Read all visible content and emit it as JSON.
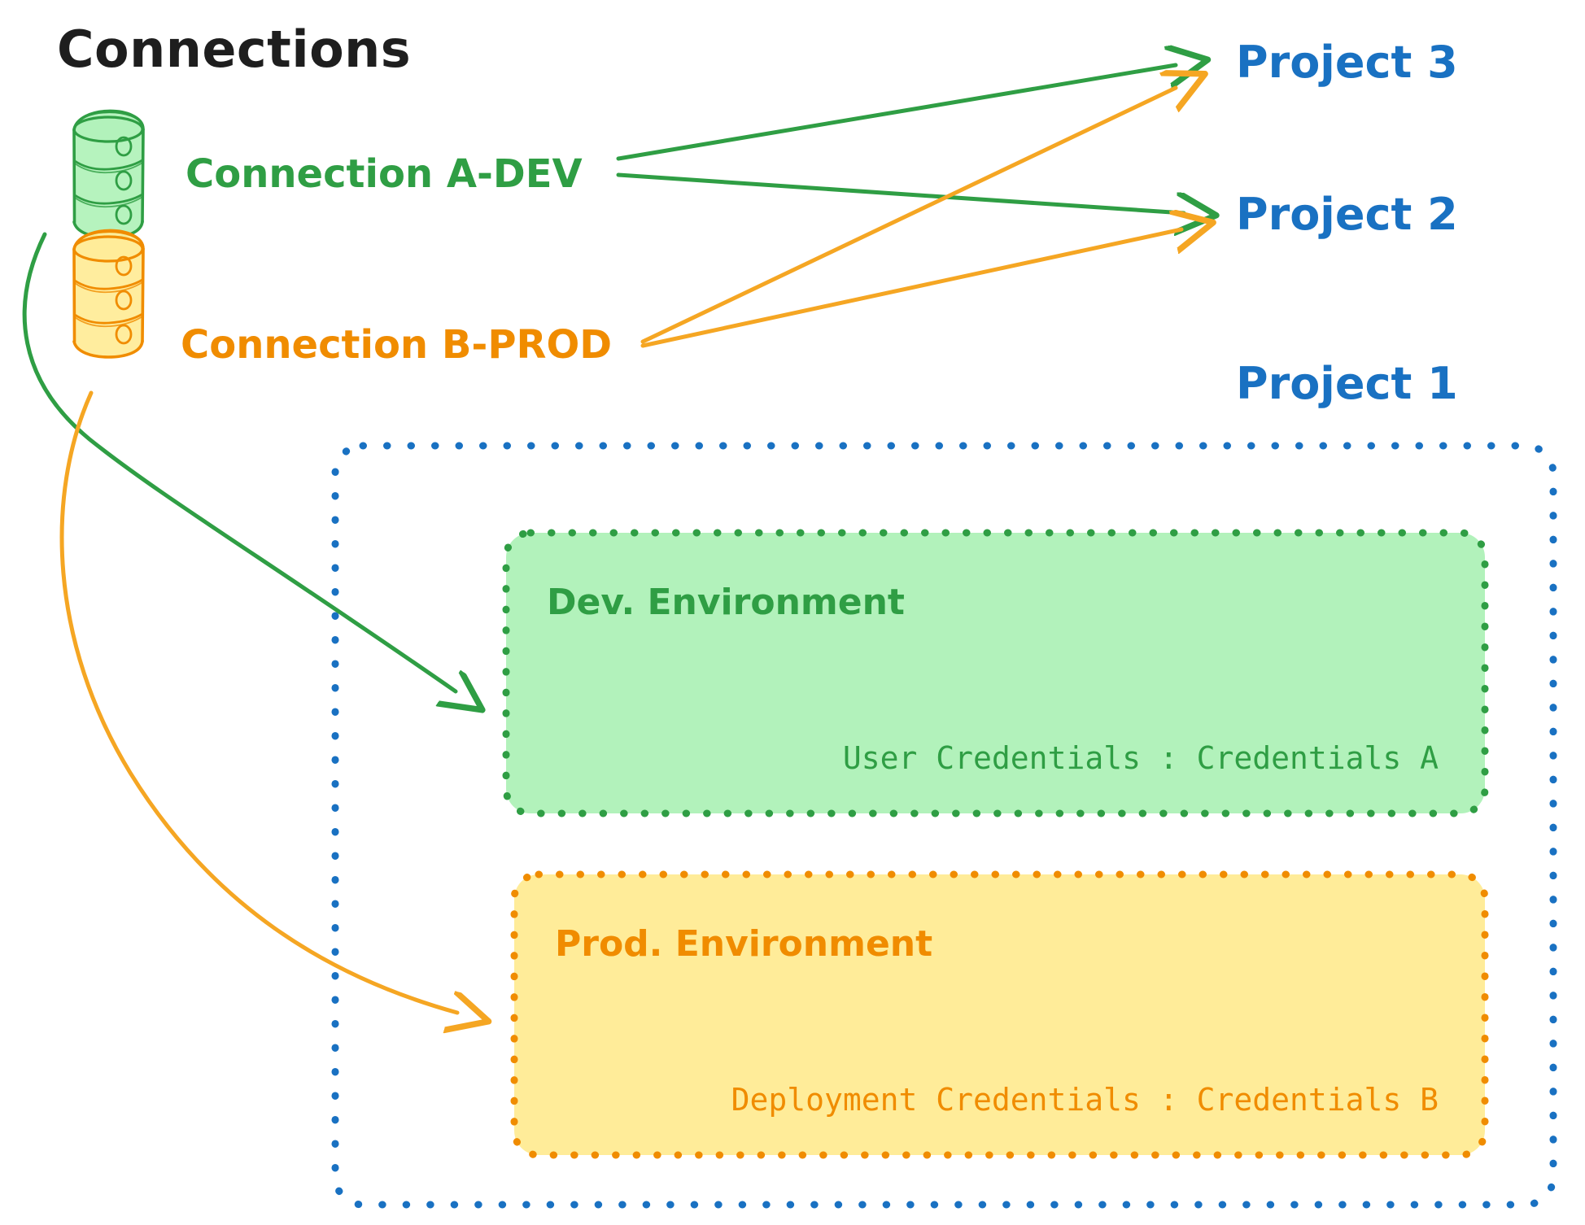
{
  "title": "Connections",
  "colors": {
    "title_text": "#1e1e1e",
    "green_stroke": "#2f9e44",
    "green_fill": "#b2f2bb",
    "orange_stroke": "#f08c00",
    "orange_fill": "#ffec99",
    "blue_stroke": "#1971c2",
    "background": "#ffffff"
  },
  "connections": [
    {
      "id": "conn-a-dev",
      "label": "Connection A-DEV",
      "color": "#2f9e44",
      "icon": "database-cylinder-icon",
      "targets": [
        "Project 3",
        "Project 2",
        "Dev. Environment"
      ]
    },
    {
      "id": "conn-b-prod",
      "label": "Connection B-PROD",
      "color": "#f08c00",
      "icon": "database-cylinder-icon",
      "targets": [
        "Project 3",
        "Project 2",
        "Prod. Environment"
      ]
    }
  ],
  "projects": [
    {
      "id": "project-3",
      "label": "Project 3"
    },
    {
      "id": "project-2",
      "label": "Project 2"
    },
    {
      "id": "project-1",
      "label": "Project 1"
    }
  ],
  "project_one": {
    "label": "Project 1",
    "environments": [
      {
        "id": "dev-environment",
        "title": "Dev. Environment",
        "credential_label": "User Credentials",
        "credential_separator": ":",
        "credential_value": "Credentials A",
        "credential_line": "User Credentials : Credentials A",
        "stroke": "#2f9e44",
        "fill": "#b2f2bb"
      },
      {
        "id": "prod-environment",
        "title": "Prod. Environment",
        "credential_label": "Deployment Credentials",
        "credential_separator": ":",
        "credential_value": "Credentials B",
        "credential_line": "Deployment Credentials : Credentials B",
        "stroke": "#f08c00",
        "fill": "#ffec99"
      }
    ]
  }
}
